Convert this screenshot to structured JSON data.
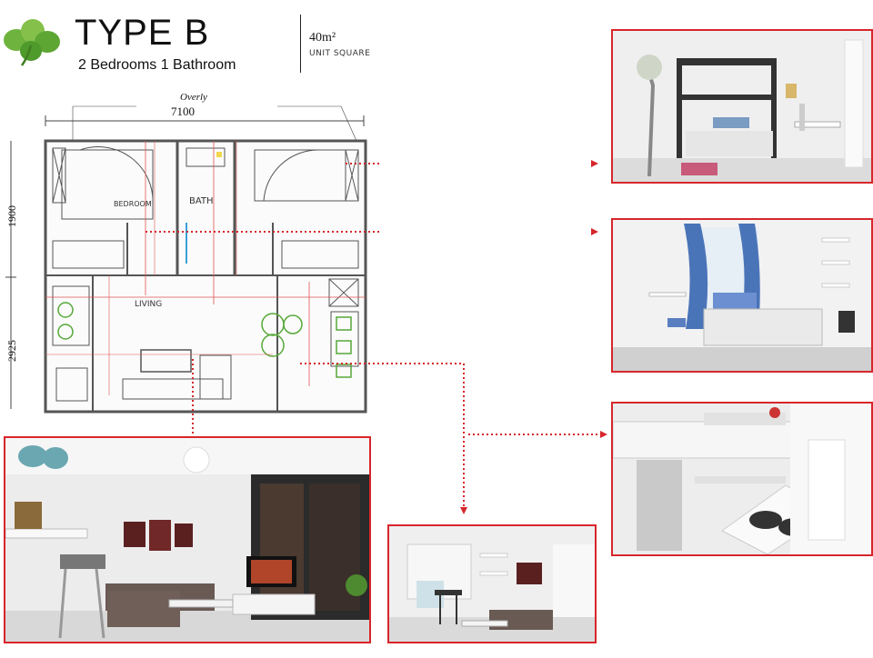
{
  "header": {
    "title": "TYPE B",
    "subtitle": "2 Bedrooms   1 Bathroom",
    "area": "40m²",
    "area_sub": "UNIT SQUARE"
  },
  "plan": {
    "width_label": "7100",
    "dim_top_small": "Overly",
    "dim_left_upper": "1900",
    "dim_left_lower": "2925",
    "room_bedroom": "BEDROOM",
    "room_bath": "BATH",
    "room_living": "LIVING"
  },
  "colors": {
    "accent": "#d7262b",
    "wall": "#555555",
    "plan_red": "#e05555",
    "plant_green": "#56a839"
  },
  "icons": [
    "clover-logo-icon"
  ]
}
